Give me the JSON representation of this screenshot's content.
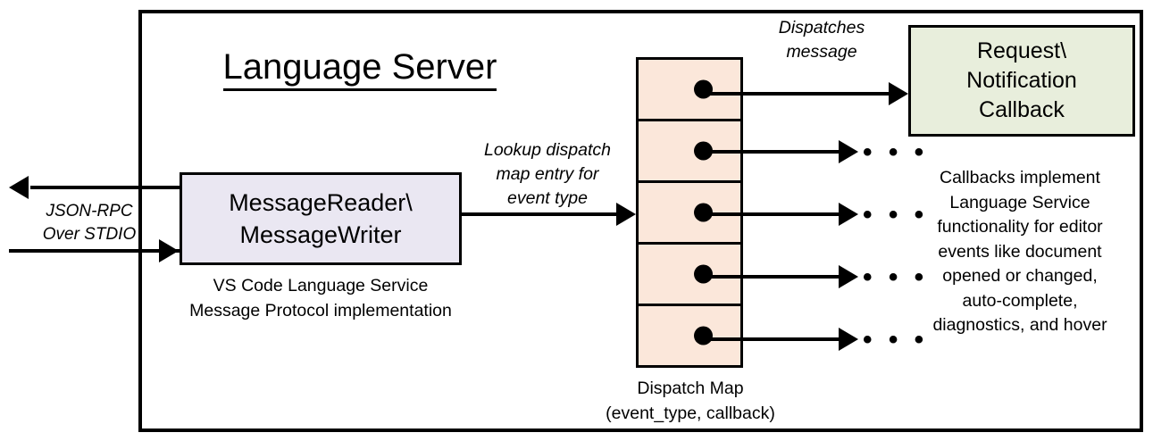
{
  "diagram": {
    "title": "Language Server",
    "title_underlined": true,
    "colors": {
      "stroke": "#000000",
      "background": "#ffffff",
      "reader_fill": "#eae7f2",
      "dispatch_map_fill": "#fbe7da",
      "callback_fill": "#e8eedc"
    }
  },
  "external": {
    "channel_label": "JSON-RPC\nOver STDIO",
    "outbound_arrow_name": "outbound-json-rpc-arrow",
    "inbound_arrow_name": "inbound-json-rpc-arrow"
  },
  "reader": {
    "label": "MessageReader\\\nMessageWriter",
    "caption": "VS Code Language Service\nMessage Protocol implementation"
  },
  "lookup": {
    "label": "Lookup dispatch\nmap entry for\nevent type"
  },
  "dispatch_map": {
    "caption": "Dispatch Map\n(event_type, callback)",
    "rows": [
      {
        "index": 1,
        "has_dot": true,
        "target": "callback-box"
      },
      {
        "index": 2,
        "has_dot": true,
        "target": "ellipsis"
      },
      {
        "index": 3,
        "has_dot": true,
        "target": "ellipsis"
      },
      {
        "index": 4,
        "has_dot": true,
        "target": "ellipsis"
      },
      {
        "index": 5,
        "has_dot": true,
        "target": "ellipsis"
      }
    ],
    "ellipsis_glyph": "• • •"
  },
  "dispatch_message": {
    "label": "Dispatches\nmessage"
  },
  "callback": {
    "label": "Request\\\nNotification\nCallback",
    "caption": "Callbacks implement\nLanguage Service\nfunctionality for editor\nevents like document\nopened or changed,\nauto-complete,\ndiagnostics, and hover"
  }
}
